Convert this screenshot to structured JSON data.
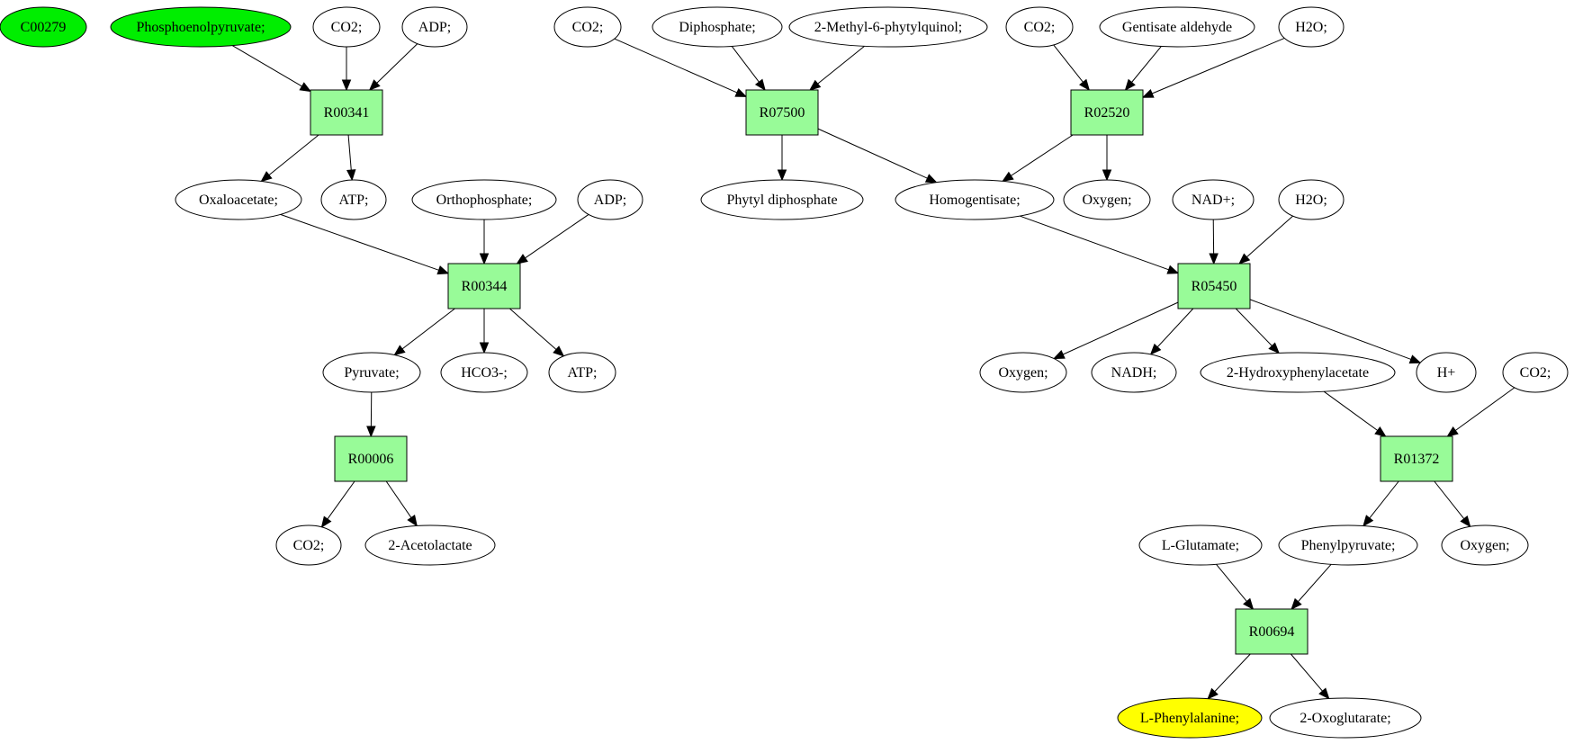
{
  "colors": {
    "source": "#00ee00",
    "reaction": "#98fb98",
    "target": "#ffff00",
    "compound": "#ffffff",
    "stroke": "#000000"
  },
  "nodes": [
    {
      "id": "c00279",
      "label": "C00279",
      "kind": "source"
    },
    {
      "id": "pep",
      "label": "Phosphoenolpyruvate;",
      "kind": "source"
    },
    {
      "id": "co2_a",
      "label": "CO2;",
      "kind": "compound"
    },
    {
      "id": "adp_a",
      "label": "ADP;",
      "kind": "compound"
    },
    {
      "id": "r00341",
      "label": "R00341",
      "kind": "reaction"
    },
    {
      "id": "oxaloacetate",
      "label": "Oxaloacetate;",
      "kind": "compound"
    },
    {
      "id": "atp_a",
      "label": "ATP;",
      "kind": "compound"
    },
    {
      "id": "orthophosphate",
      "label": "Orthophosphate;",
      "kind": "compound"
    },
    {
      "id": "adp_b",
      "label": "ADP;",
      "kind": "compound"
    },
    {
      "id": "r00344",
      "label": "R00344",
      "kind": "reaction"
    },
    {
      "id": "pyruvate",
      "label": "Pyruvate;",
      "kind": "compound"
    },
    {
      "id": "hco3",
      "label": "HCO3-;",
      "kind": "compound"
    },
    {
      "id": "atp_b",
      "label": "ATP;",
      "kind": "compound"
    },
    {
      "id": "r00006",
      "label": "R00006",
      "kind": "reaction"
    },
    {
      "id": "co2_b",
      "label": "CO2;",
      "kind": "compound"
    },
    {
      "id": "acetolactate",
      "label": "2-Acetolactate",
      "kind": "compound"
    },
    {
      "id": "co2_c",
      "label": "CO2;",
      "kind": "compound"
    },
    {
      "id": "diphosphate",
      "label": "Diphosphate;",
      "kind": "compound"
    },
    {
      "id": "methylphytylquinol",
      "label": "2-Methyl-6-phytylquinol;",
      "kind": "compound"
    },
    {
      "id": "r07500",
      "label": "R07500",
      "kind": "reaction"
    },
    {
      "id": "phytyl_diphosphate",
      "label": "Phytyl diphosphate",
      "kind": "compound"
    },
    {
      "id": "homogentisate",
      "label": "Homogentisate;",
      "kind": "compound"
    },
    {
      "id": "co2_d",
      "label": "CO2;",
      "kind": "compound"
    },
    {
      "id": "gentisate_aldehyde",
      "label": "Gentisate aldehyde",
      "kind": "compound"
    },
    {
      "id": "h2o_a",
      "label": "H2O;",
      "kind": "compound"
    },
    {
      "id": "r02520",
      "label": "R02520",
      "kind": "reaction"
    },
    {
      "id": "oxygen_a",
      "label": "Oxygen;",
      "kind": "compound"
    },
    {
      "id": "nad",
      "label": "NAD+;",
      "kind": "compound"
    },
    {
      "id": "h2o_b",
      "label": "H2O;",
      "kind": "compound"
    },
    {
      "id": "r05450",
      "label": "R05450",
      "kind": "reaction"
    },
    {
      "id": "oxygen_b",
      "label": "Oxygen;",
      "kind": "compound"
    },
    {
      "id": "nadh",
      "label": "NADH;",
      "kind": "compound"
    },
    {
      "id": "hydroxyphenylacetate",
      "label": "2-Hydroxyphenylacetate",
      "kind": "compound"
    },
    {
      "id": "hplus",
      "label": "H+",
      "kind": "compound"
    },
    {
      "id": "co2_e",
      "label": "CO2;",
      "kind": "compound"
    },
    {
      "id": "r01372",
      "label": "R01372",
      "kind": "reaction"
    },
    {
      "id": "glutamate",
      "label": "L-Glutamate;",
      "kind": "compound"
    },
    {
      "id": "phenylpyruvate",
      "label": "Phenylpyruvate;",
      "kind": "compound"
    },
    {
      "id": "oxygen_c",
      "label": "Oxygen;",
      "kind": "compound"
    },
    {
      "id": "r00694",
      "label": "R00694",
      "kind": "reaction"
    },
    {
      "id": "phenylalanine",
      "label": "L-Phenylalanine;",
      "kind": "target"
    },
    {
      "id": "oxoglutarate",
      "label": "2-Oxoglutarate;",
      "kind": "compound"
    }
  ],
  "edges": [
    [
      "pep",
      "r00341"
    ],
    [
      "co2_a",
      "r00341"
    ],
    [
      "adp_a",
      "r00341"
    ],
    [
      "r00341",
      "oxaloacetate"
    ],
    [
      "r00341",
      "atp_a"
    ],
    [
      "oxaloacetate",
      "r00344"
    ],
    [
      "orthophosphate",
      "r00344"
    ],
    [
      "adp_b",
      "r00344"
    ],
    [
      "r00344",
      "pyruvate"
    ],
    [
      "r00344",
      "hco3"
    ],
    [
      "r00344",
      "atp_b"
    ],
    [
      "pyruvate",
      "r00006"
    ],
    [
      "r00006",
      "co2_b"
    ],
    [
      "r00006",
      "acetolactate"
    ],
    [
      "co2_c",
      "r07500"
    ],
    [
      "diphosphate",
      "r07500"
    ],
    [
      "methylphytylquinol",
      "r07500"
    ],
    [
      "r07500",
      "phytyl_diphosphate"
    ],
    [
      "r07500",
      "homogentisate"
    ],
    [
      "co2_d",
      "r02520"
    ],
    [
      "gentisate_aldehyde",
      "r02520"
    ],
    [
      "h2o_a",
      "r02520"
    ],
    [
      "r02520",
      "homogentisate"
    ],
    [
      "r02520",
      "oxygen_a"
    ],
    [
      "homogentisate",
      "r05450"
    ],
    [
      "nad",
      "r05450"
    ],
    [
      "h2o_b",
      "r05450"
    ],
    [
      "r05450",
      "oxygen_b"
    ],
    [
      "r05450",
      "nadh"
    ],
    [
      "r05450",
      "hydroxyphenylacetate"
    ],
    [
      "r05450",
      "hplus"
    ],
    [
      "hydroxyphenylacetate",
      "r01372"
    ],
    [
      "co2_e",
      "r01372"
    ],
    [
      "r01372",
      "phenylpyruvate"
    ],
    [
      "r01372",
      "oxygen_c"
    ],
    [
      "glutamate",
      "r00694"
    ],
    [
      "phenylpyruvate",
      "r00694"
    ],
    [
      "r00694",
      "phenylalanine"
    ],
    [
      "r00694",
      "oxoglutarate"
    ]
  ]
}
